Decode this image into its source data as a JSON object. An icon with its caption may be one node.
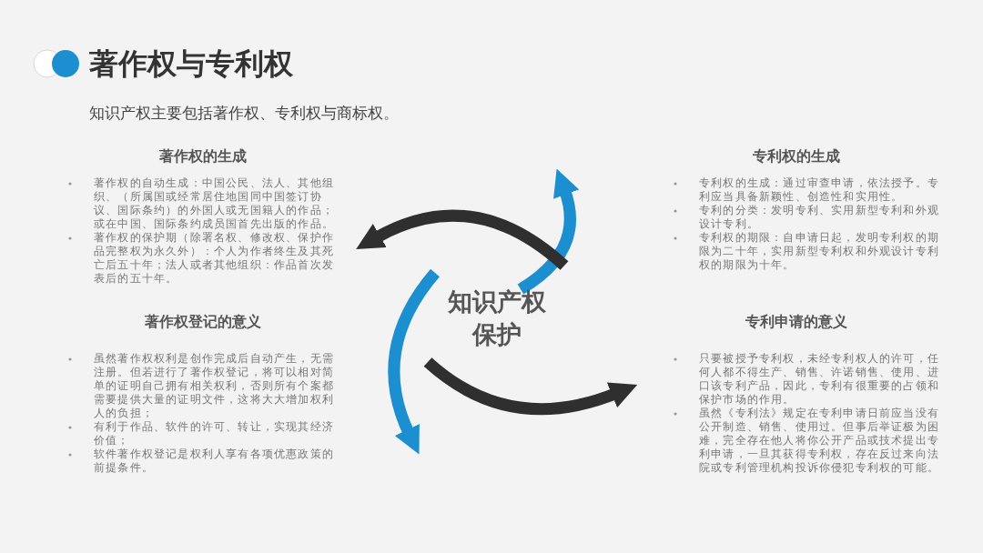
{
  "diagram": {
    "title": "著作权与专利权",
    "labels": [
      "知识产权主要包括著作权、专利权与商标权。",
      "著作权的生成",
      "著作权的自动生成：中国公民、法人、其他组织、（所属国或经常居住地国同中国签订协议、国际条约）的外国人或无国籍人的作品；或在中国、国际条约成员国首先出版的作品。",
      "著作权的保护期（除署名权、修改权、保护作品完整权为永久外）：个人为作者终生及其死亡后五十年；法人或者其他组织：作品首次发表后的五十年。",
      "专利权的生成",
      "专利权的生成：通过审查申请，依法授予。专利应当具备新颖性、创造性和实用性。",
      "专利的分类：发明专利、实用新型专利和外观设计专利。",
      "专利权的期限：自申请日起，发明专利权的期限为二十年，实用新型专利权和外观设计专利权的期限为十年。",
      "知识产权保护",
      "著作权登记的意义",
      "虽然著作权权利是创作完成后自动产生，无需注册。但若进行了著作权登记，将可以相对简单的证明自己拥有相关权利，否则所有个案都需要提供大量的证明文件，这将大大增加权利人的负担；",
      "有利于作品、软件的许可、转让，实现其经济价值；",
      "软件著作权登记是权利人享有各项优惠政策的前提条件。",
      "专利申请的意义",
      "只要被授予专利权，未经专利权人的许可，任何人都不得生产、销售、许诺销售、使用、进口该专利产品，因此，专利有很重要的占领和保护市场的作用。",
      "虽然《专利法》规定在专利申请日前应当没有公开制造、销售、使用过。但事后举证极为困难，完全存在他人将你公开产品或技术提出专利申请，一旦其获得专利权，存在反过来向法院或专利管理机构投诉你侵犯专利权的可能。"
    ]
  }
}
